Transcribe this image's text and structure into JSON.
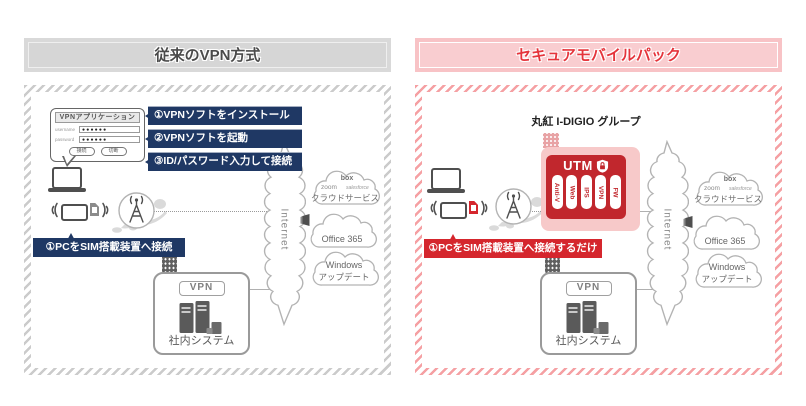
{
  "left": {
    "title": "従来のVPN方式",
    "steps": [
      "①VPNソフトをインストール",
      "②VPNソフトを起動",
      "③ID/パスワード入力して接続"
    ],
    "app": {
      "title": "VPNアプリケーション",
      "username_label": "username",
      "password_label": "password",
      "username_value": "●●●●●●",
      "password_value": "●●●●●●",
      "connect_btn": "接続",
      "disconnect_btn": "切断"
    },
    "connect_step": "①PCをSIM搭載装置へ接続",
    "vpn_badge": "VPN",
    "system_label": "社内システム",
    "internet_label": "Internet"
  },
  "right": {
    "title": "セキュアモバイルパック",
    "group_label": "丸紅 I-DIGIO グループ",
    "utm_title": "UTM",
    "utm_features": [
      "Anti-V",
      "Web",
      "IPS",
      "VPN",
      "FW"
    ],
    "connect_step": "①PCをSIM搭載装置へ接続するだけ",
    "vpn_badge": "VPN",
    "system_label": "社内システム",
    "internet_label": "Internet"
  },
  "clouds": {
    "saas_brands": {
      "box": "box",
      "zoom": "zoom",
      "salesforce": "salesforce"
    },
    "saas_label": "クラウドサービス",
    "office_label": "Office 365",
    "windows_line1": "Windows",
    "windows_line2": "アップデート"
  },
  "colors": {
    "navy_banner": "#1f3864",
    "red_banner": "#d5262d",
    "utm_red": "#c1272d",
    "utm_pink": "#f7c9c9",
    "header_gray_bg": "#d9d9d9",
    "header_gray_text": "#4a4a4a",
    "header_pink_bg": "#f8c3c6",
    "header_red_text": "#e5353c",
    "hatch_gray": "#cbcbcb",
    "hatch_pink": "#f5a0a3"
  }
}
